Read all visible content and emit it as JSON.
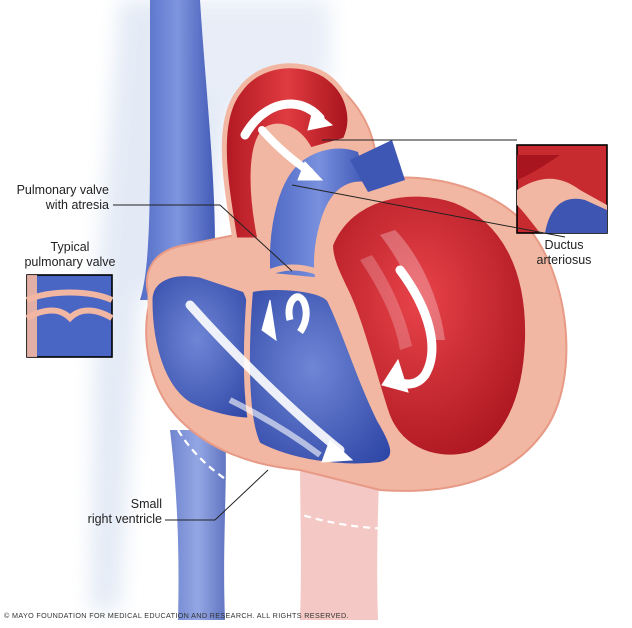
{
  "labels": {
    "pulmonary_valve_atresia": [
      "Pulmonary valve",
      "with atresia"
    ],
    "typical_pulmonary_valve": [
      "Typical",
      "pulmonary valve"
    ],
    "ductus_arteriosus": [
      "Ductus",
      "arteriosus"
    ],
    "small_right_ventricle": [
      "Small",
      "right ventricle"
    ]
  },
  "copyright": "© MAYO FOUNDATION FOR MEDICAL EDUCATION AND RESEARCH. ALL RIGHTS RESERVED.",
  "colors": {
    "deoxygenated_blue": "#3b58b8",
    "oxygenated_red": "#c8202a",
    "heart_wall": "#f2b7a2",
    "vessel_halo": "#dfe7f4"
  }
}
